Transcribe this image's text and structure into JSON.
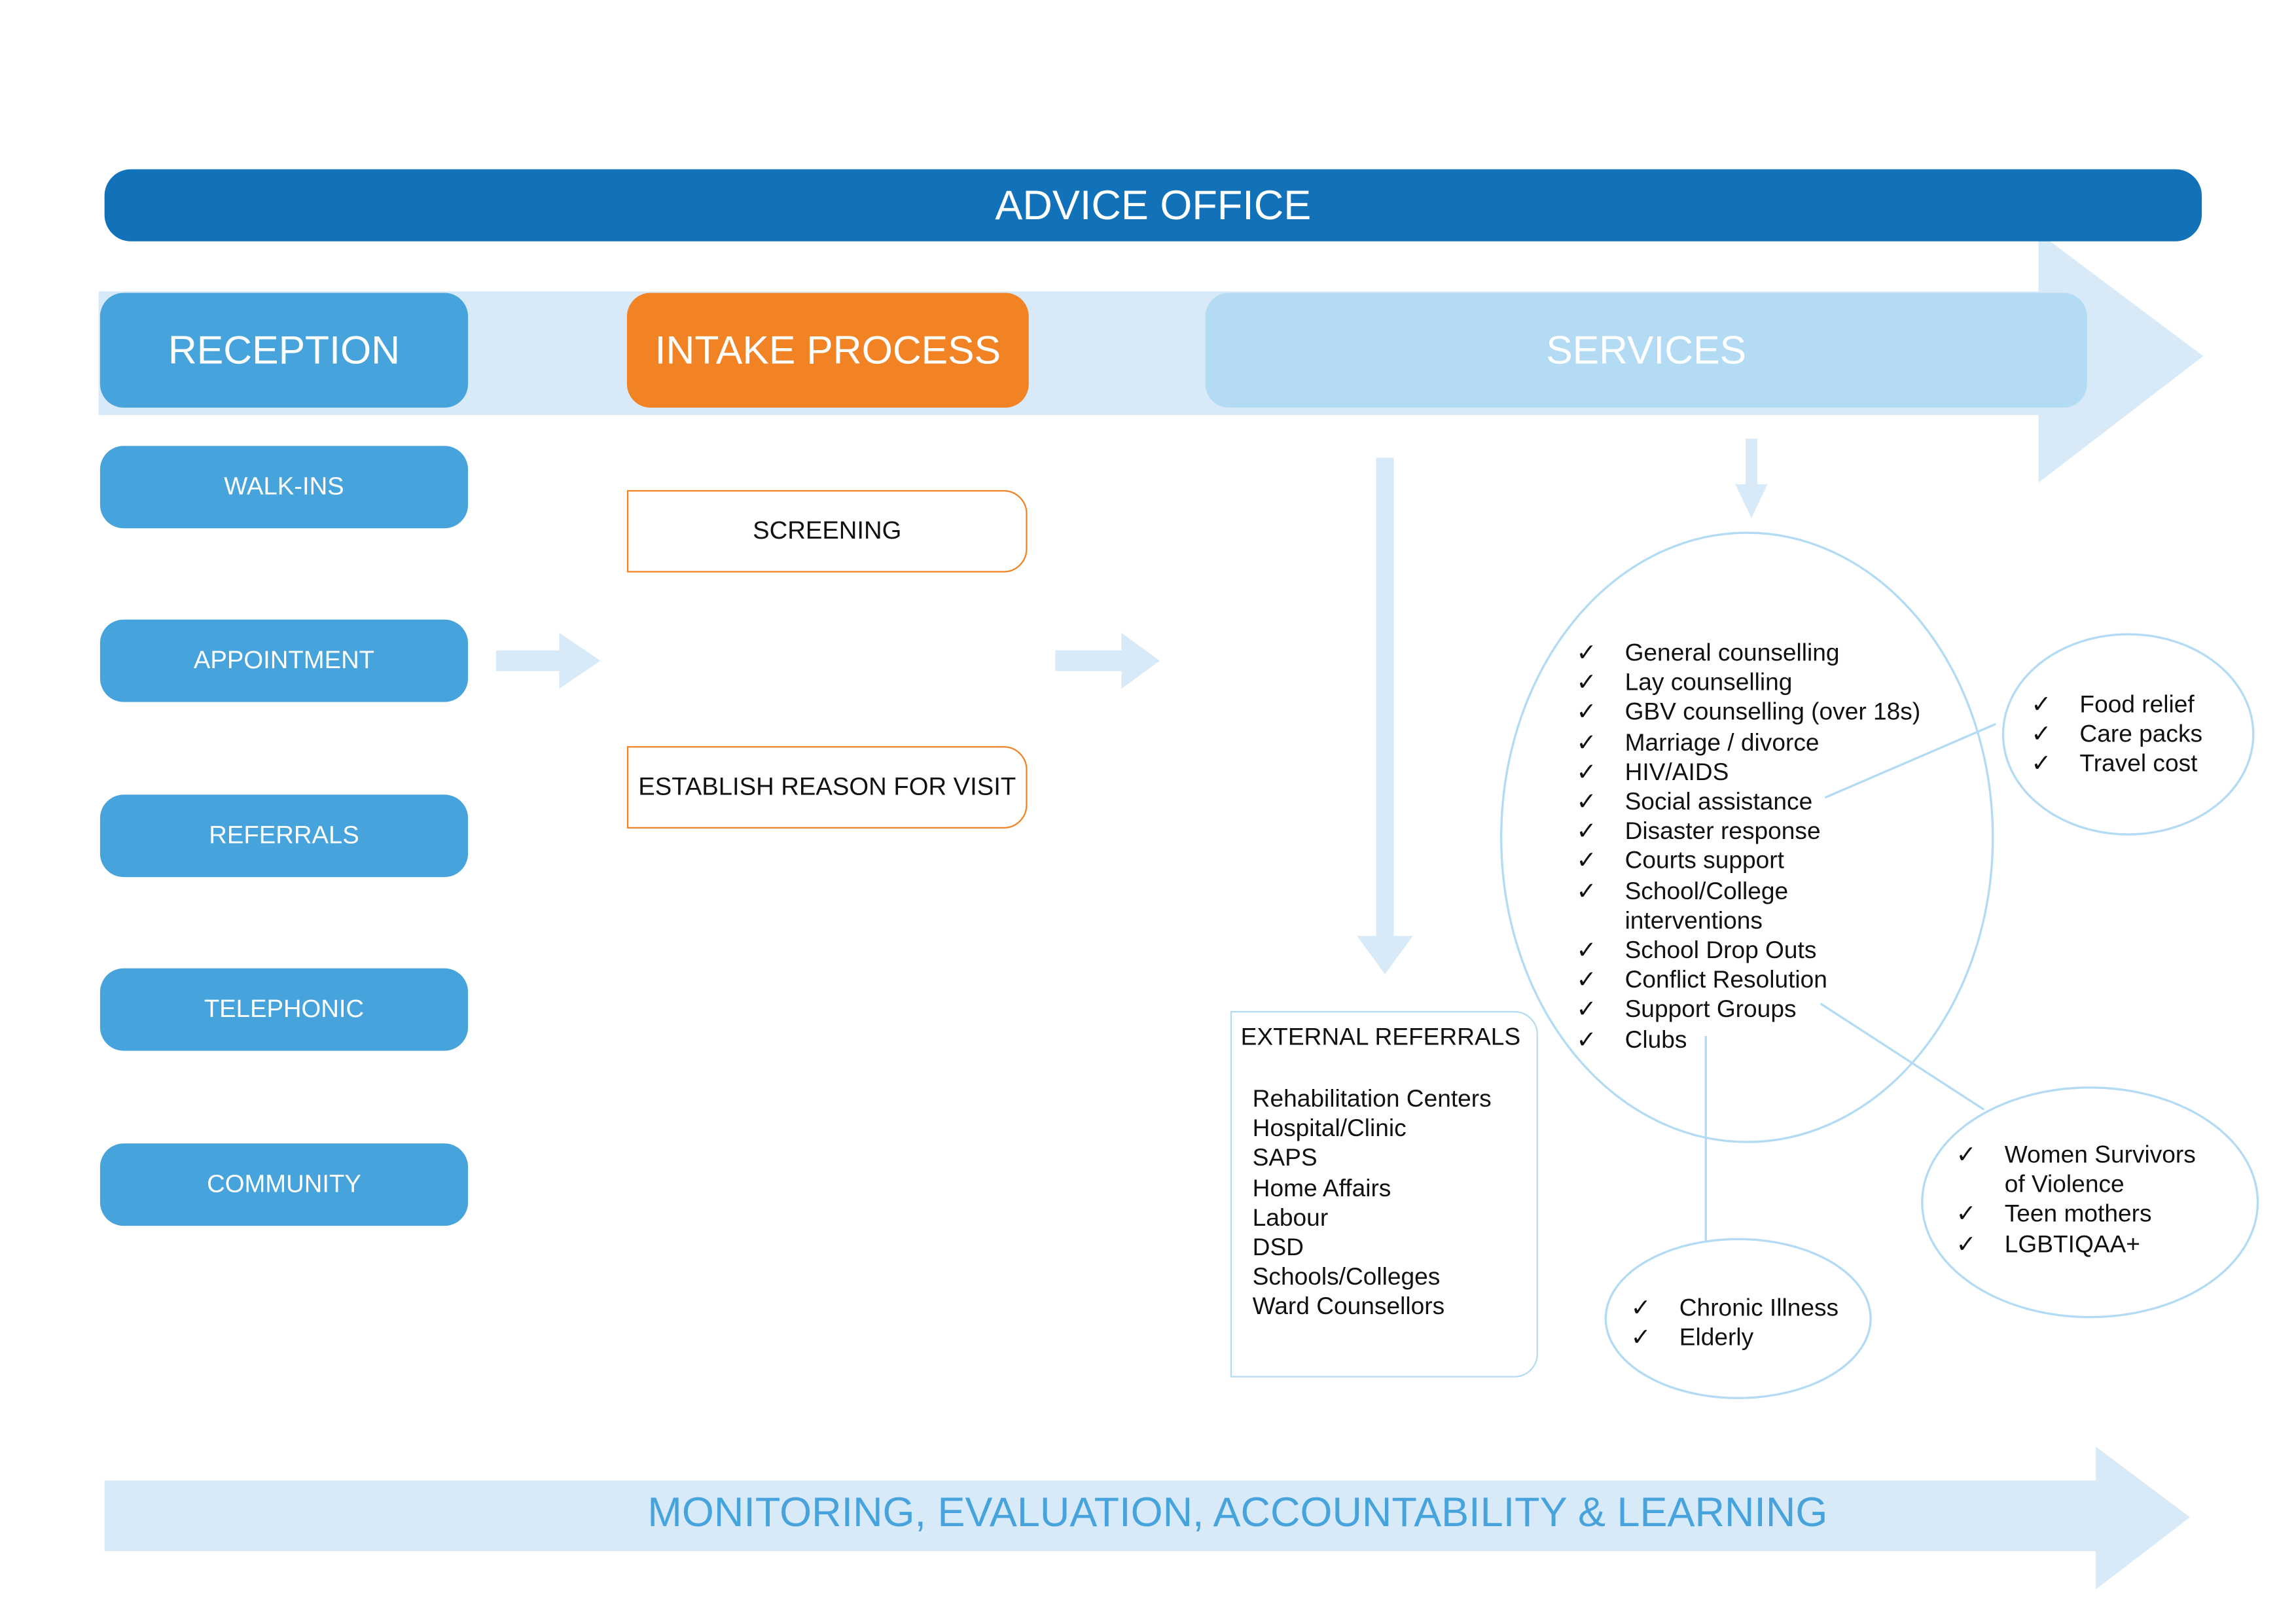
{
  "header": {
    "title": "ADVICE OFFICE"
  },
  "stages": {
    "reception": "RECEPTION",
    "intake": "INTAKE PROCESS",
    "services": "SERVICES"
  },
  "reception_sources": [
    "WALK-INS",
    "APPOINTMENT",
    "REFERRALS",
    "TELEPHONIC",
    "COMMUNITY"
  ],
  "intake_steps": [
    "SCREENING",
    "ESTABLISH REASON FOR VISIT"
  ],
  "external_referrals": {
    "title": "EXTERNAL REFERRALS",
    "items": [
      "Rehabilitation Centers",
      "Hospital/Clinic",
      "SAPS",
      "Home Affairs",
      "Labour",
      "DSD",
      "Schools/Colleges",
      "Ward Counsellors"
    ]
  },
  "check_glyph": "✓",
  "services_list": [
    "General counselling",
    "Lay counselling",
    "GBV counselling (over 18s)",
    "Marriage / divorce",
    "HIV/AIDS",
    "Social assistance",
    "Disaster response",
    "Courts support",
    "School/College",
    "interventions",
    "School Drop Outs",
    "Conflict Resolution",
    "Support Groups",
    "Clubs"
  ],
  "social_assistance_items": [
    "Food relief",
    "Care packs",
    "Travel cost"
  ],
  "support_group_items": [
    "Women Survivors",
    "of Violence",
    "Teen mothers",
    "LGBTIQAA+"
  ],
  "clubs_items": [
    "Chronic Illness",
    "Elderly"
  ],
  "footer": {
    "title": "MONITORING, EVALUATION, ACCOUNTABILITY & LEARNING"
  },
  "colors": {
    "advice_office": "#1172ba",
    "reception": "#47a3db",
    "intake": "#f28325",
    "services": "#b3dbf3",
    "flow_band": "#d8eaf7",
    "outline": "#b3dbf3"
  }
}
